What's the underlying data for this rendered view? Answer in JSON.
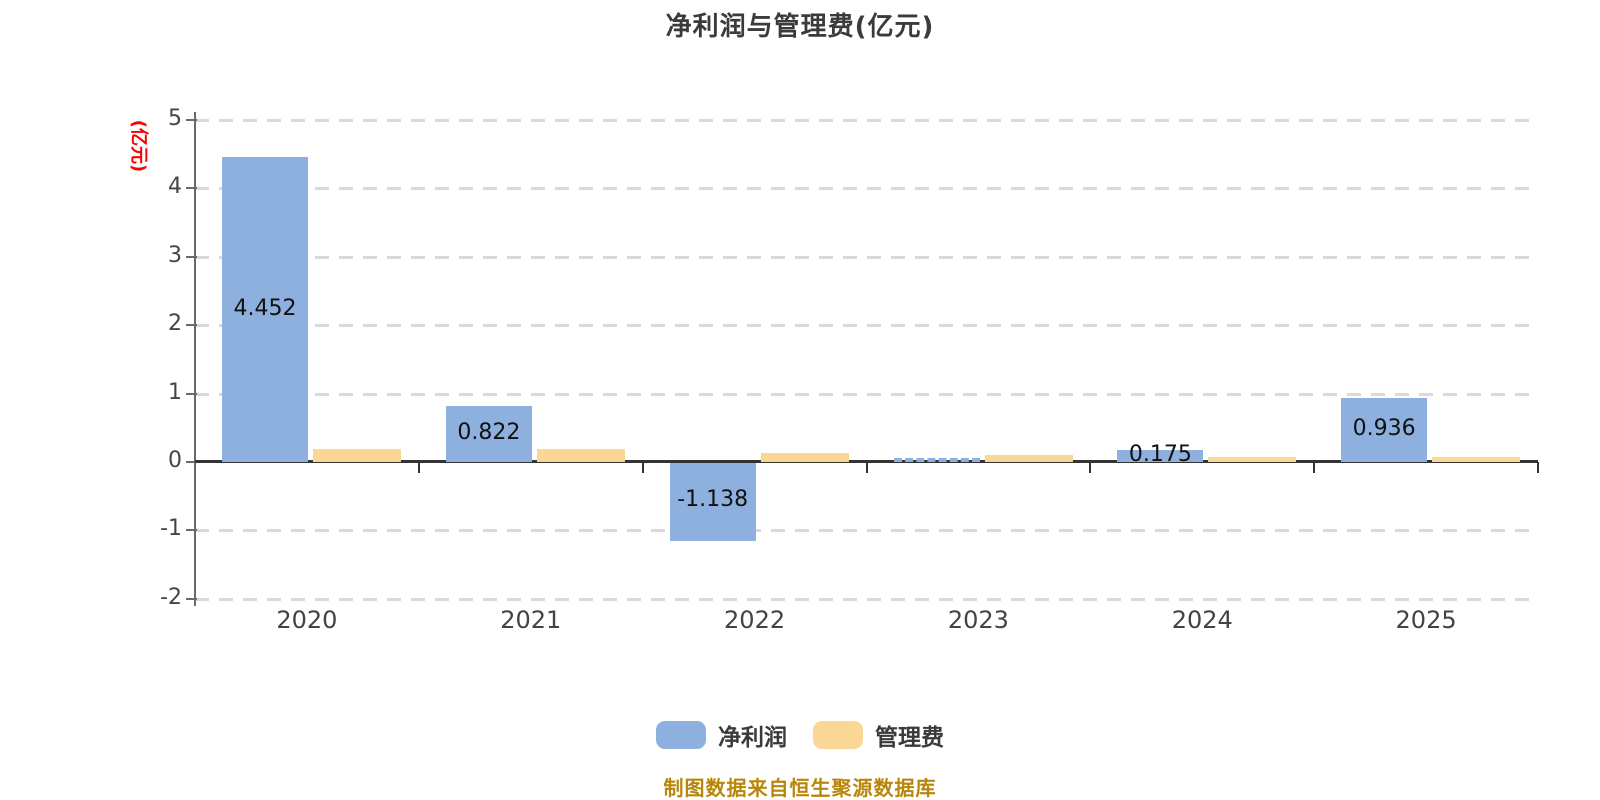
{
  "title": "净利润与管理费(亿元)",
  "y_axis": {
    "unit_label": "(亿元)",
    "ticks": [
      5,
      4,
      3,
      2,
      1,
      0,
      -1,
      -2
    ]
  },
  "legend": [
    {
      "label": "净利润",
      "color": "#8DB0DE"
    },
    {
      "label": "管理费",
      "color": "#FAD795"
    }
  ],
  "footer": {
    "text": "制图数据来自恒生聚源数据库"
  },
  "colors": {
    "net_profit_bar": "#8DB0DE",
    "mgmt_fee_bar": "#FAD795",
    "zero_axis": "#333333",
    "grid_dash": "#D9D9D9",
    "y_axis_line": "#6A6A6A",
    "unit_label": "#FF0000",
    "value_label": "#111111",
    "footer_text": "#B8860B"
  },
  "chart_data": {
    "type": "bar",
    "title": "净利润与管理费(亿元)",
    "categories": [
      "2020",
      "2021",
      "2022",
      "2023",
      "2024",
      "2025"
    ],
    "series": [
      {
        "name": "净利润",
        "color": "#8DB0DE",
        "values": [
          4.452,
          0.822,
          -1.138,
          0,
          0.175,
          0.936
        ],
        "labels": [
          "4.452",
          "0.822",
          "-1.138",
          "",
          "0.175",
          "0.936"
        ],
        "bar_styles": [
          "solid",
          "solid",
          "solid",
          "dashed",
          "solid",
          "solid"
        ]
      },
      {
        "name": "管理费",
        "color": "#FAD795",
        "values": [
          0.19,
          0.19,
          0.13,
          0.1,
          0.08,
          0.07
        ],
        "labels": [
          "",
          "",
          "",
          "",
          "",
          ""
        ],
        "bar_styles": [
          "solid",
          "solid",
          "solid",
          "solid",
          "solid",
          "solid"
        ]
      }
    ],
    "ylabel": "(亿元)",
    "ylim": [
      -2,
      5
    ],
    "yticks": [
      5,
      4,
      3,
      2,
      1,
      0,
      -1,
      -2
    ],
    "grid": "horizontal-dashed",
    "legend_position": "bottom",
    "value_label_position": "bar-center",
    "source_note": "制图数据来自恒生聚源数据库"
  }
}
